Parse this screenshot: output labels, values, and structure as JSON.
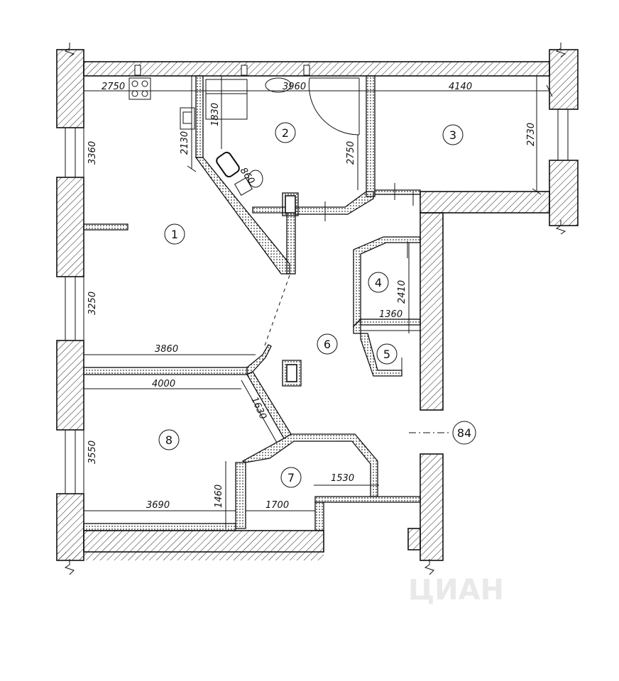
{
  "rooms": [
    {
      "id": "1",
      "label": "1"
    },
    {
      "id": "2",
      "label": "2"
    },
    {
      "id": "3",
      "label": "3"
    },
    {
      "id": "4",
      "label": "4"
    },
    {
      "id": "5",
      "label": "5"
    },
    {
      "id": "6",
      "label": "6"
    },
    {
      "id": "7",
      "label": "7"
    },
    {
      "id": "8",
      "label": "8"
    }
  ],
  "marker": {
    "label": "84"
  },
  "dimensions": {
    "d2750_top": "2750",
    "d3960": "3960",
    "d4140": "4140",
    "d1830": "1830",
    "d2130": "2130",
    "d860": "860",
    "d2750_v": "2750",
    "d2730": "2730",
    "d3360": "3360",
    "d3250": "3250",
    "d2410": "2410",
    "d1360": "1360",
    "d3860": "3860",
    "d4000": "4000",
    "d1630": "1630",
    "d3550": "3550",
    "d1530": "1530",
    "d1460": "1460",
    "d3690": "3690",
    "d1700": "1700"
  },
  "watermark": "ЦИАН"
}
